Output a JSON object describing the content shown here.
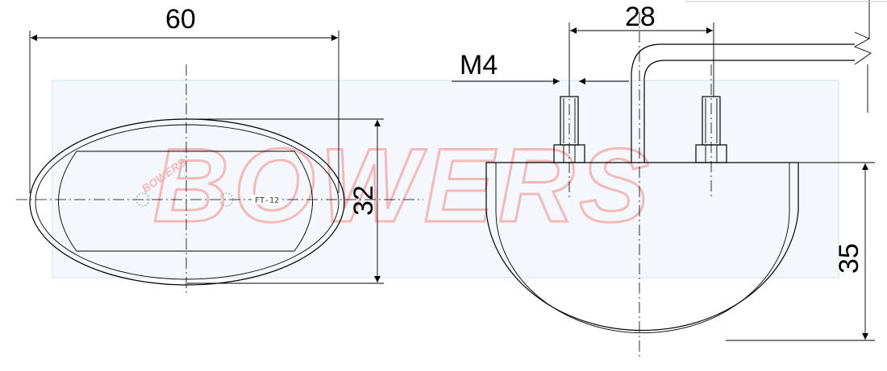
{
  "watermark": {
    "text": "BOWERS",
    "small_text": "BOWERS",
    "color": "#f2b9b9"
  },
  "front_view": {
    "width_dim": "60",
    "height_dim": "32",
    "lens_marking": "FT-12"
  },
  "side_view": {
    "stud_spacing_dim": "28",
    "thread_dim": "M4",
    "height_dim": "35"
  }
}
